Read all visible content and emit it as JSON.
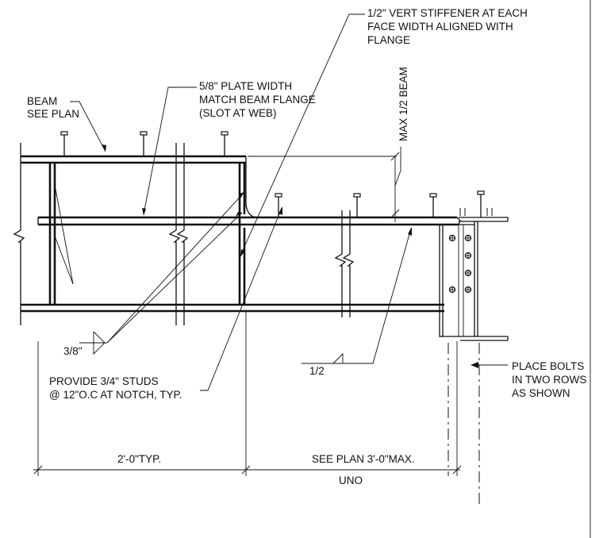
{
  "labels": {
    "beam_line1": "BEAM",
    "beam_line2": "SEE PLAN",
    "plate_line1": "5/8\" PLATE WIDTH",
    "plate_line2": "MATCH BEAM FLANGE",
    "plate_line3": "(SLOT AT WEB)",
    "stiffener_line1": "1/2\" VERT STIFFENER AT EACH",
    "stiffener_line2": "FACE WIDTH ALIGNED WITH",
    "stiffener_line3": "FLANGE",
    "max_half_beam": "MAX 1/2 BEAM",
    "weld_3_8": "3/8\"",
    "weld_1_2": "1/2",
    "studs_line1": "PROVIDE 3/4\" STUDS",
    "studs_line2": "@ 12\"O.C AT NOTCH, TYP.",
    "bolts_line1": "PLACE BOLTS",
    "bolts_line2": "IN TWO ROWS",
    "bolts_line3": "AS SHOWN",
    "dim_left": "2'-0\"TYP.",
    "dim_right": "SEE PLAN 3'-0\"MAX.",
    "dim_uno": "UNO"
  }
}
